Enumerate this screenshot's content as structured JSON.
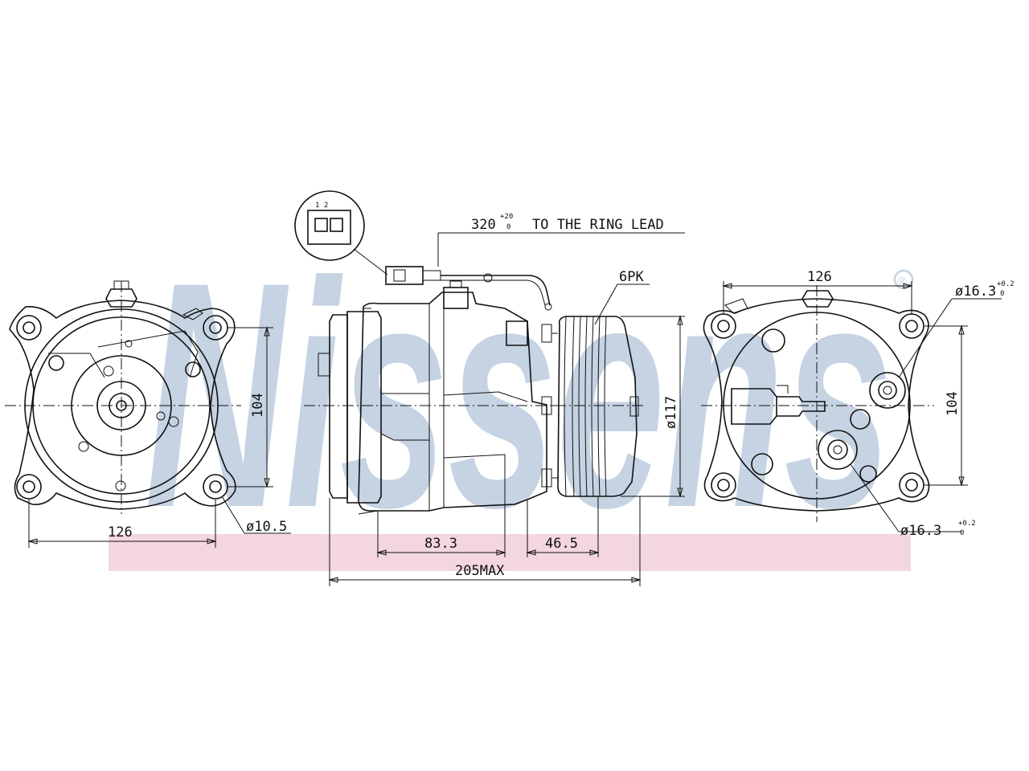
{
  "watermark": {
    "brand": "Nissens",
    "registered_mark": "®",
    "brand_blue": "#c5d3e3",
    "band_red": "#f3d6de"
  },
  "connector_callout": {
    "pin_label": "1 2"
  },
  "labels": {
    "cable_length": "320",
    "cable_tol_plus": "+20",
    "cable_tol_minus": "0",
    "cable_note": "TO THE RING LEAD",
    "belt": "6PK"
  },
  "front_view": {
    "dim_width": "126",
    "dim_height": "104",
    "dim_hole": "ø10.5"
  },
  "side_view": {
    "dim_83": "83.3",
    "dim_46": "46.5",
    "dim_overall": "205MAX",
    "dim_pulley": "ø117"
  },
  "rear_view": {
    "dim_width": "126",
    "dim_height": "104",
    "port_upper": "ø16.3",
    "port_upper_tol_plus": "+0.2",
    "port_upper_tol_minus": "0",
    "port_lower": "ø16.3",
    "port_lower_tol_plus": "+0.2",
    "port_lower_tol_minus": "0"
  }
}
